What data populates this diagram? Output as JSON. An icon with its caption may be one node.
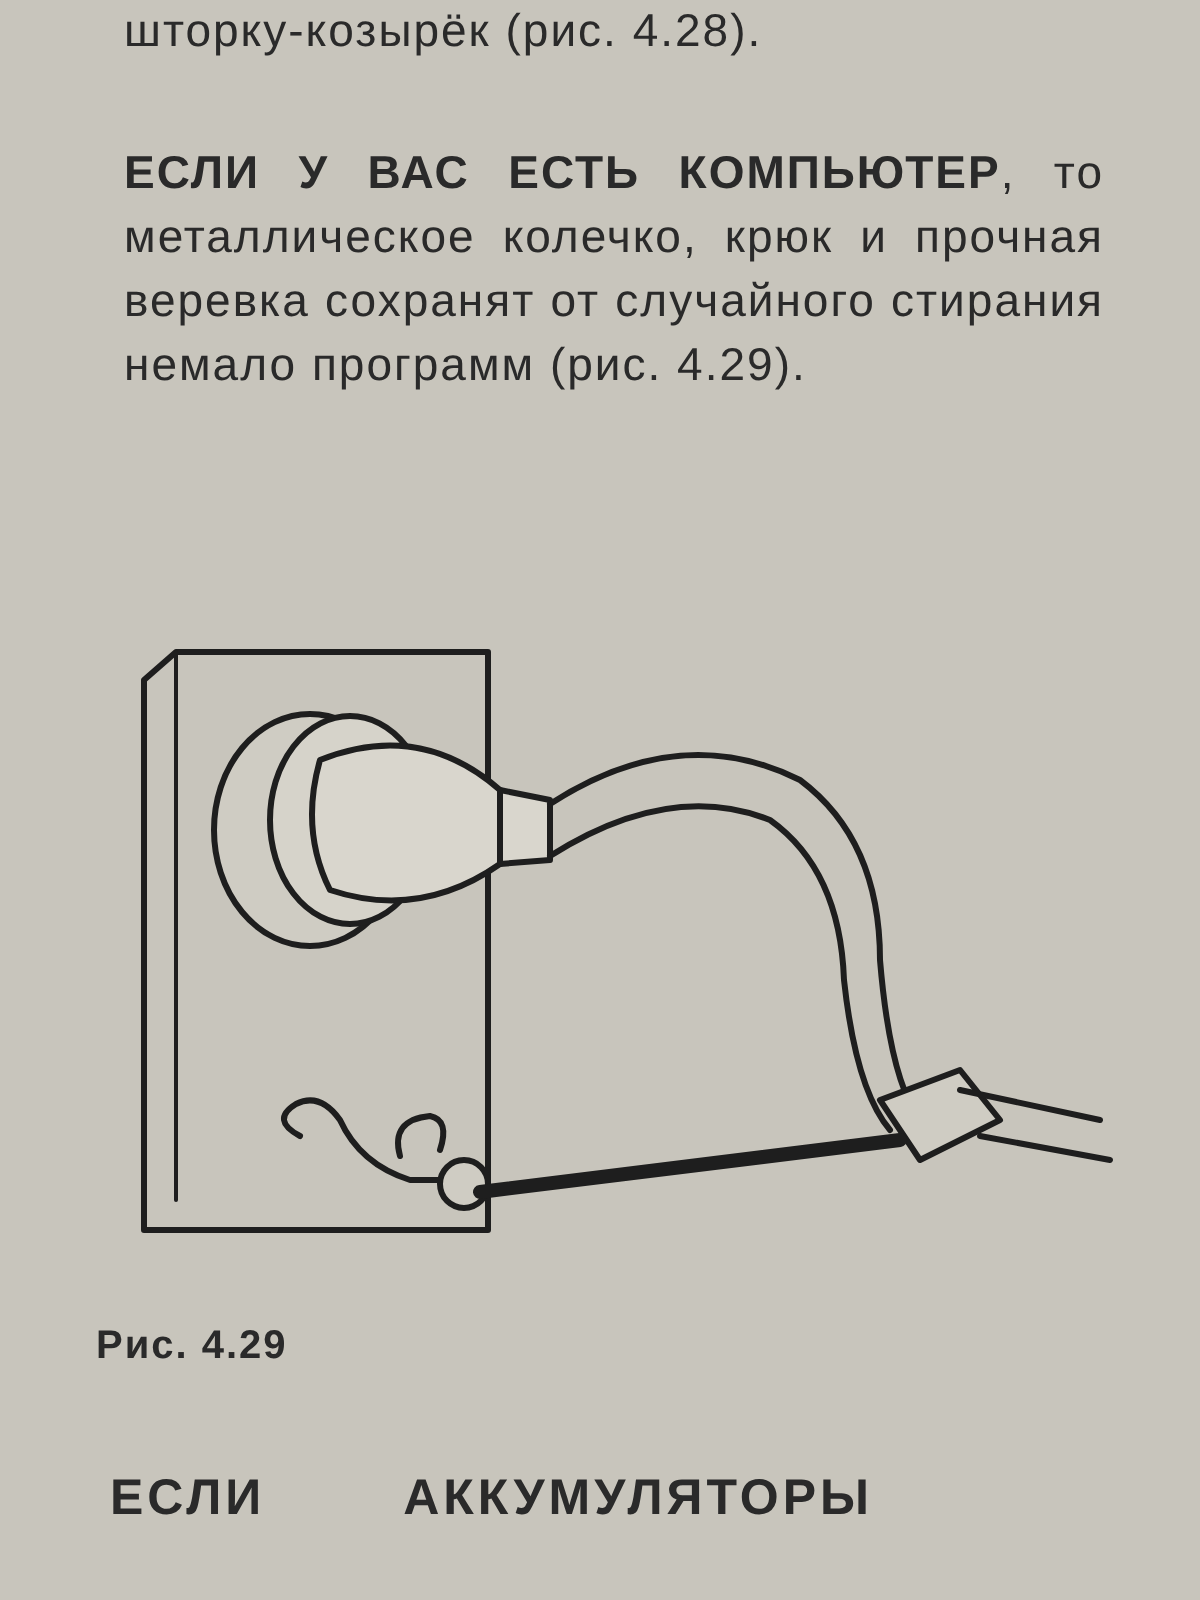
{
  "diagram": {
    "caption": "Рис. 4.29",
    "labels": [
      "шторку-козырёк (рис. 4.28).",
      "**ЕСЛИ У ВАС ЕСТЬ КОМПЬЮТЕР**, то металлическое колечко, крюк и прочная веревка сохранят от случайного стирания немало программ (рис. 4.29).",
      "ЕСЛИ АККУМУЛЯТОРЫ"
    ]
  }
}
